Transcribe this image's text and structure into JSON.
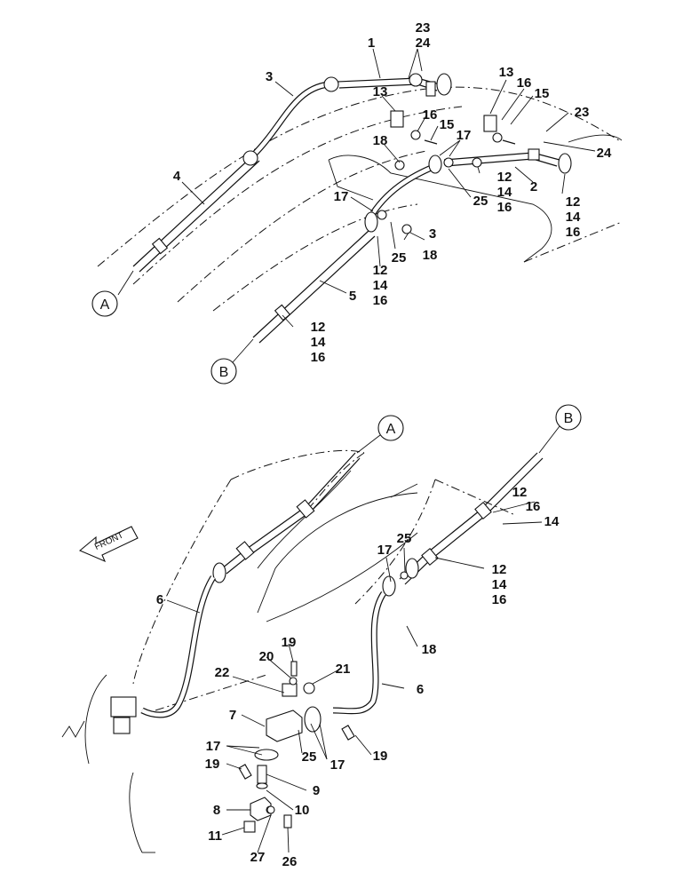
{
  "callouts": {
    "c1": "1",
    "c2": "2",
    "c3": "3",
    "c4": "4",
    "c5": "5",
    "c6": "6",
    "c7": "7",
    "c8": "8",
    "c9": "9",
    "c10": "10",
    "c11": "11",
    "c12": "12",
    "c13": "13",
    "c14": "14",
    "c15": "15",
    "c16": "16",
    "c17": "17",
    "c18": "18",
    "c19": "19",
    "c20": "20",
    "c21": "21",
    "c22": "22",
    "c23": "23",
    "c24": "24",
    "c25": "25",
    "c26": "26",
    "c27": "27"
  },
  "connectors": {
    "a": "A",
    "b": "B"
  },
  "direction_label": "FRONT"
}
